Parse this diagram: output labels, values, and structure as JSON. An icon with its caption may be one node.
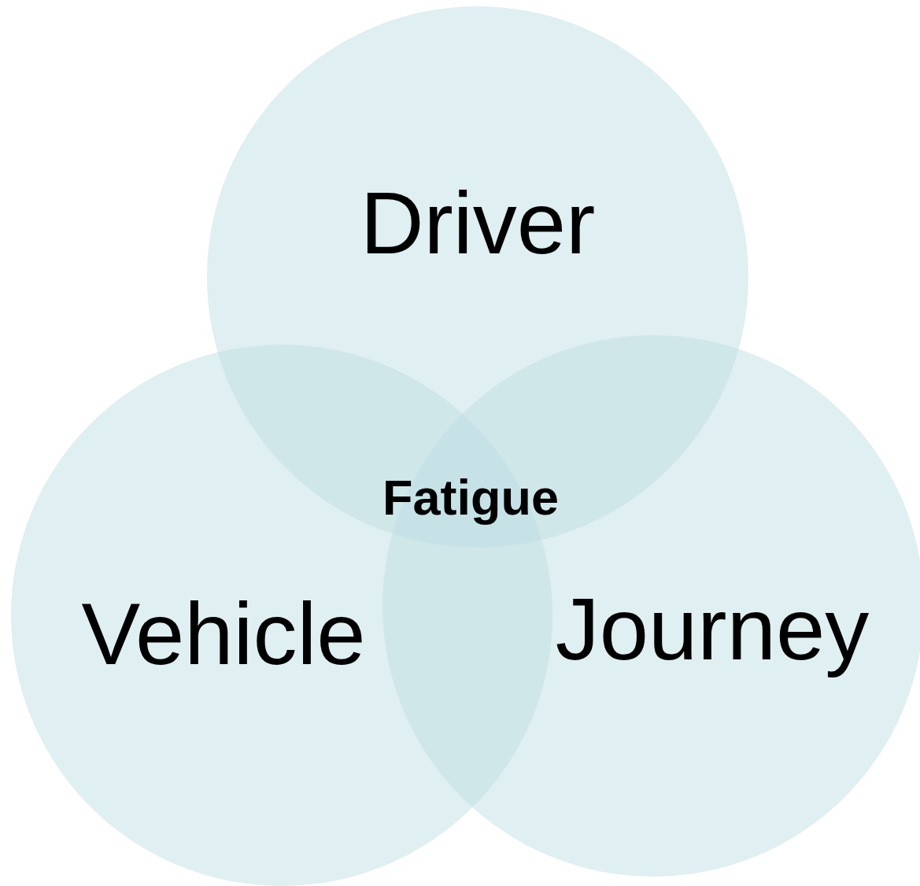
{
  "diagram": {
    "nodes": [
      {
        "text": [
          "Driver"
        ]
      },
      {
        "text": [
          "Vehicle"
        ]
      },
      {
        "text": [
          "Journey"
        ]
      }
    ],
    "edges": [],
    "labels": [
      "Fatigue"
    ]
  }
}
